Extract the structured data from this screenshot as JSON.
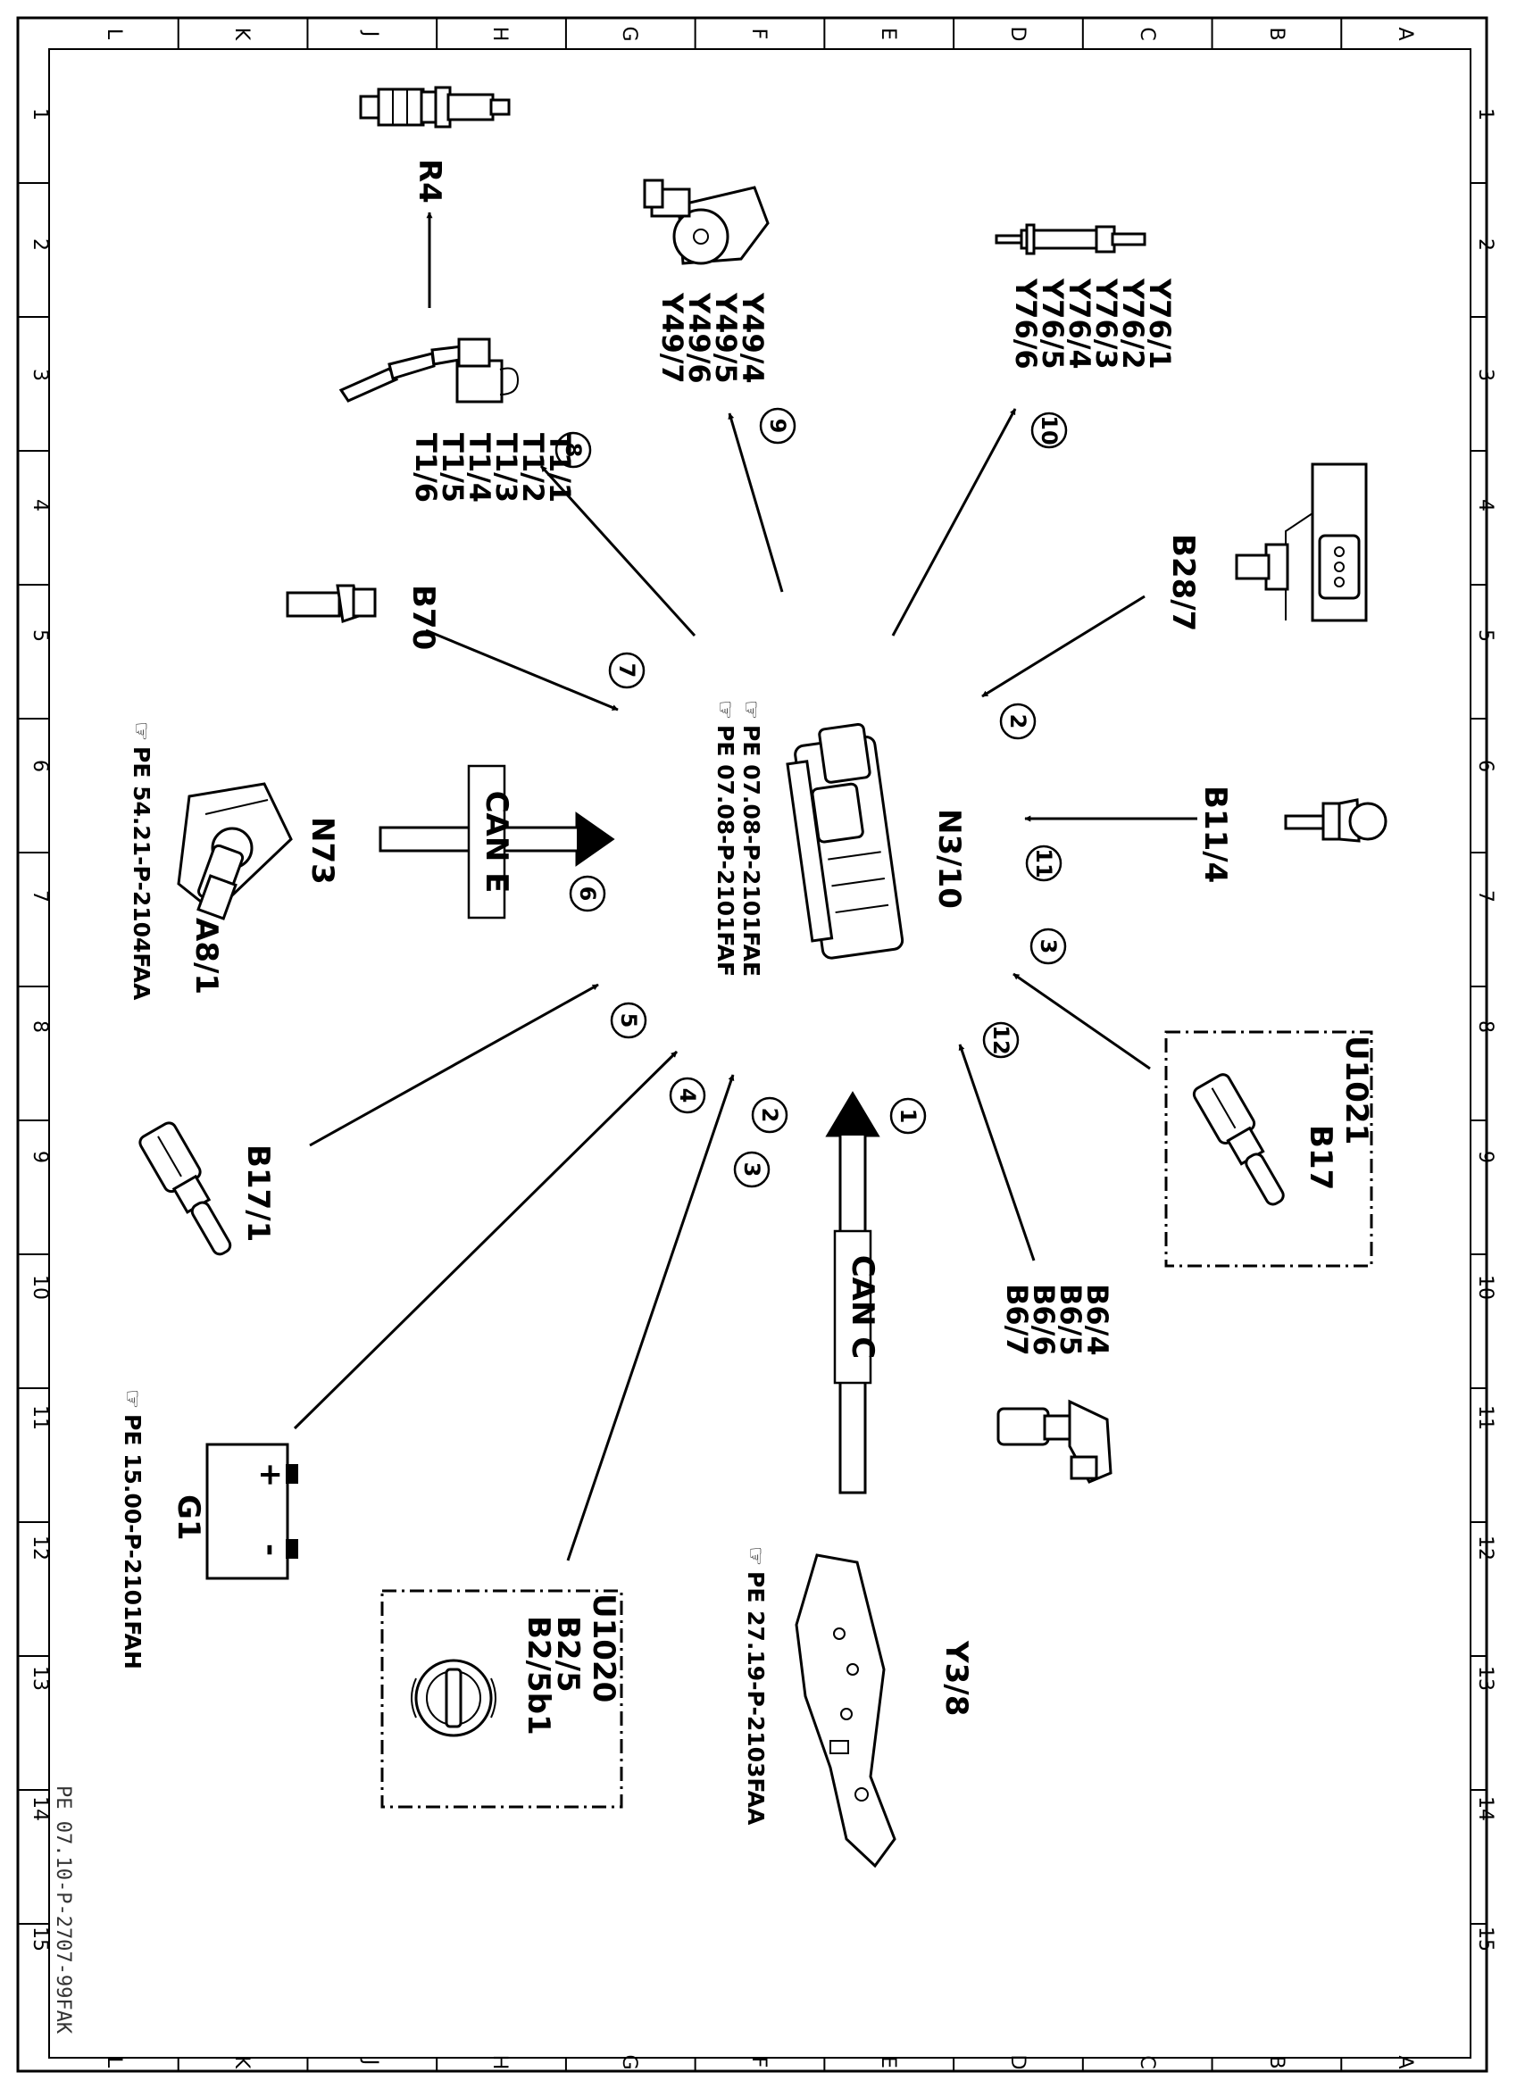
{
  "border": {
    "letters": [
      "L",
      "K",
      "J",
      "H",
      "G",
      "F",
      "E",
      "D",
      "C",
      "B",
      "A"
    ],
    "numbers": [
      "1",
      "2",
      "3",
      "4",
      "5",
      "6",
      "7",
      "8",
      "9",
      "10",
      "11",
      "12",
      "13",
      "14",
      "15"
    ]
  },
  "footer_code": "PE 07.10-P-2707-99FAK",
  "center": {
    "label": "N3/10",
    "refs": [
      "PE 07.08-P-2101FAE",
      "PE 07.08-P-2101FAF"
    ]
  },
  "bus": {
    "can_e": "CAN E",
    "can_c": "CAN C"
  },
  "callouts": [
    "1",
    "2",
    "3",
    "4",
    "5",
    "6",
    "7",
    "8",
    "9",
    "10",
    "11",
    "12",
    "2",
    "3"
  ],
  "components": {
    "r4": "R4",
    "t1": [
      "T1/1",
      "T1/2",
      "T1/3",
      "T1/4",
      "T1/5",
      "T1/6"
    ],
    "y49": [
      "Y49/4",
      "Y49/5",
      "Y49/6",
      "Y49/7"
    ],
    "y76": [
      "Y76/1",
      "Y76/2",
      "Y76/3",
      "Y76/4",
      "Y76/5",
      "Y76/6"
    ],
    "b28": "B28/7",
    "b70": "B70",
    "b11": "B11/4",
    "n73": {
      "labels": [
        "N73",
        "A8/1"
      ],
      "ref": "PE 54.21-P-2104FAA"
    },
    "u1021": {
      "group": "U1021",
      "labels": [
        "B17"
      ]
    },
    "b17_1": "B17/1",
    "b6": [
      "B6/4",
      "B6/5",
      "B6/6",
      "B6/7"
    ],
    "g1": {
      "label": "G1",
      "ref": "PE 15.00-P-2101FAH",
      "plus": "+",
      "minus": "-"
    },
    "u1020": {
      "group": "U1020",
      "labels": [
        "B2/5",
        "B2/5b1"
      ]
    },
    "y3": {
      "label": "Y3/8",
      "ref": "PE 27.19-P-2103FAA"
    }
  }
}
